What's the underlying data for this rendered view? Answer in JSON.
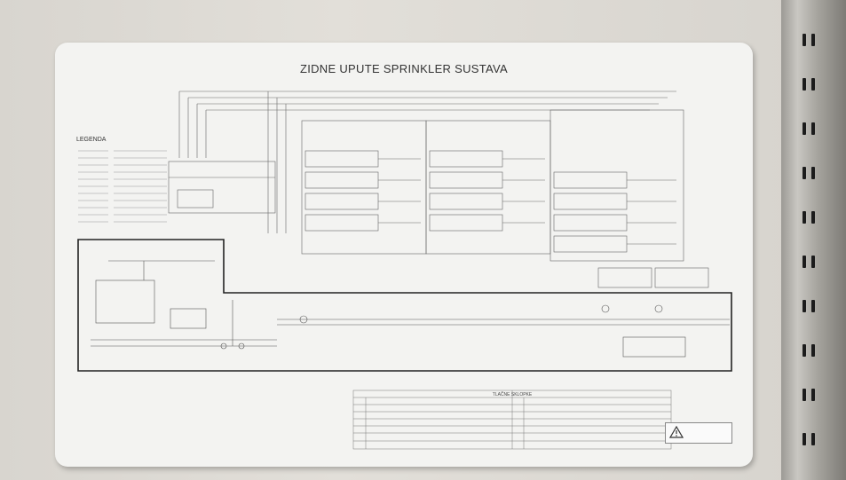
{
  "poster": {
    "title": "ZIDNE UPUTE SPRINKLER SUSTAVA",
    "legend_title": "LEGENDA",
    "table_title": "TLAČNE SKLOPKE"
  },
  "scene": {
    "wall_color": "#dcd9d3",
    "poster_color": "#f3f3f1",
    "line_color": "#555555",
    "rail_color": "#a9a7a2"
  }
}
